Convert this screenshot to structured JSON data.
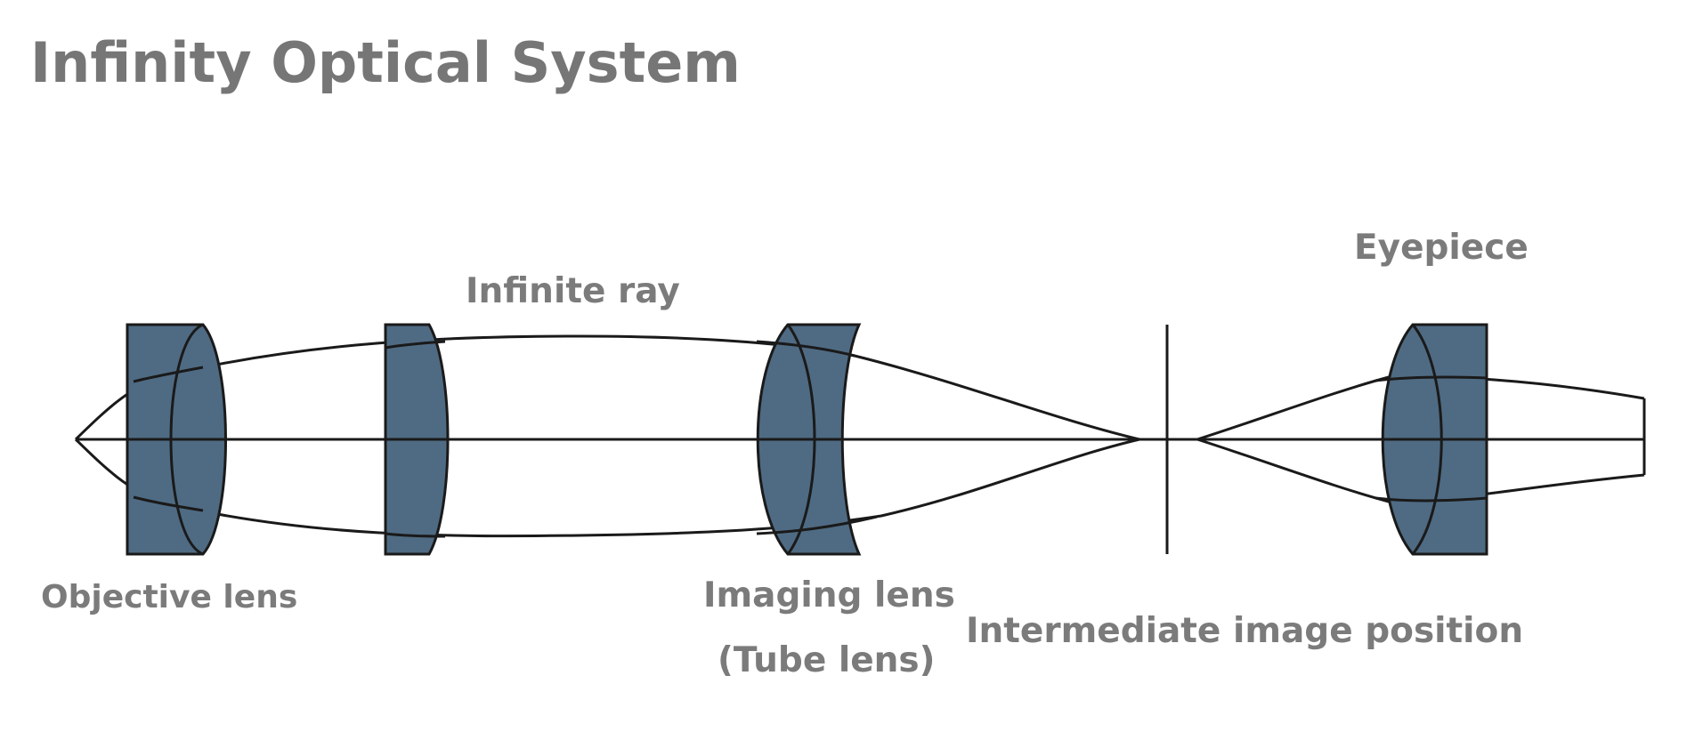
{
  "title": "Infinity Optical System",
  "labels": {
    "infinite_ray": "Infinite ray",
    "eyepiece": "Eyepiece",
    "objective_lens": "Objective lens",
    "imaging_lens_line1": "Imaging lens",
    "imaging_lens_line2": "(Tube lens)",
    "intermediate_image": "Intermediate image position"
  },
  "colors": {
    "lens_fill": "#4f6b83",
    "stroke": "#1a1a1a",
    "title_text": "#767676",
    "label_text": "#7b7b7b"
  }
}
